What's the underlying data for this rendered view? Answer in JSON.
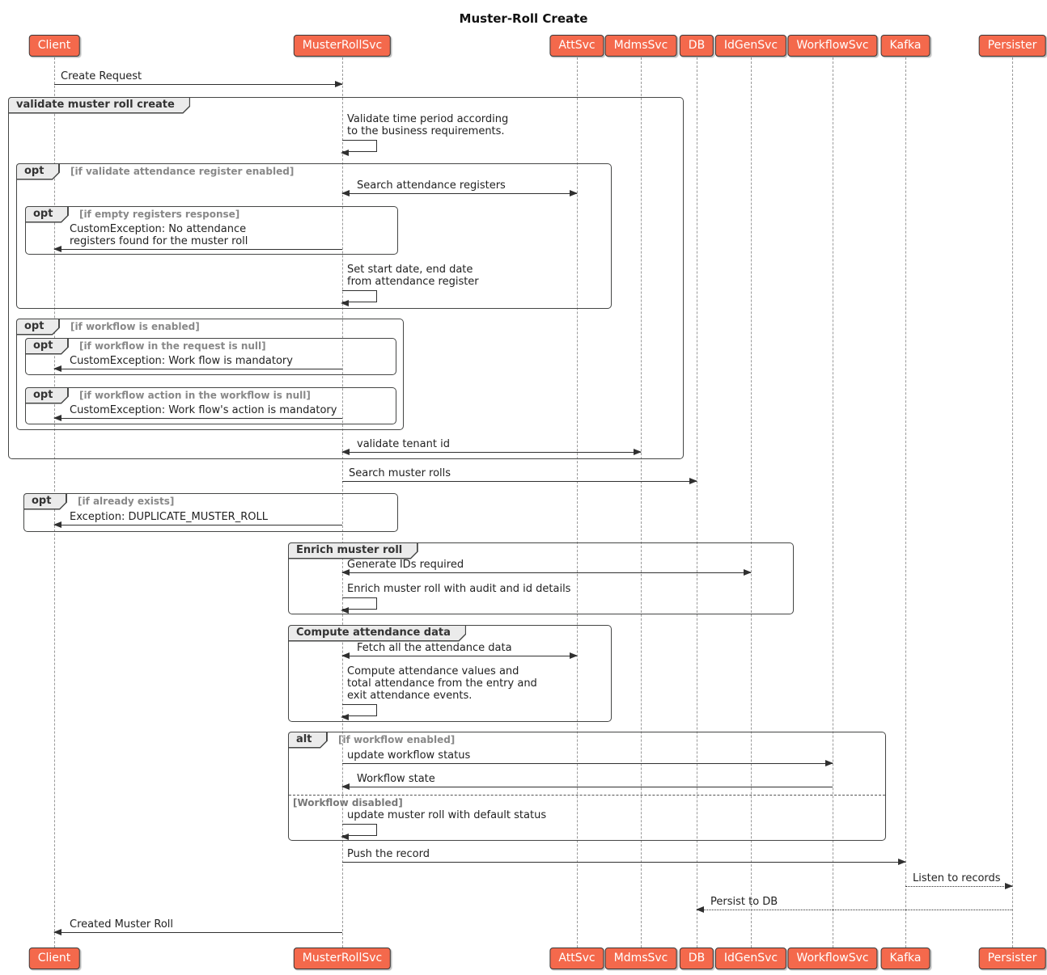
{
  "title": "Muster-Roll Create",
  "colors": {
    "participant_fill": "#F4694C",
    "participant_border": "#383838",
    "frame_border": "#454645",
    "frame_label_bg": "#EBEBEB",
    "guard_text": "#888888",
    "arrow": "#303030",
    "lifeline": "#999999"
  },
  "participants": [
    {
      "name": "Client"
    },
    {
      "name": "MusterRollSvc"
    },
    {
      "name": "AttSvc"
    },
    {
      "name": "MdmsSvc"
    },
    {
      "name": "DB"
    },
    {
      "name": "IdGenSvc"
    },
    {
      "name": "WorkflowSvc"
    },
    {
      "name": "Kafka"
    },
    {
      "name": "Persister"
    }
  ],
  "frames": {
    "validate": {
      "label": "validate muster roll create"
    },
    "opt_attendance": {
      "keyword": "opt",
      "guard": "[if validate attendance register enabled]"
    },
    "opt_empty": {
      "keyword": "opt",
      "guard": "[if empty registers response]"
    },
    "opt_workflow": {
      "keyword": "opt",
      "guard": "[if workflow is enabled]"
    },
    "opt_wf_request": {
      "keyword": "opt",
      "guard": "[if workflow in the request is null]"
    },
    "opt_wf_action": {
      "keyword": "opt",
      "guard": "[if workflow action in the workflow is null]"
    },
    "opt_exists": {
      "keyword": "opt",
      "guard": "[if already exists]"
    },
    "enrich": {
      "label": "Enrich muster roll"
    },
    "compute": {
      "label": "Compute attendance data"
    },
    "alt_workflow": {
      "keyword": "alt",
      "guard": "[if workflow enabled]",
      "else_guard": "[Workflow disabled]"
    }
  },
  "messages": {
    "create_request": "Create Request",
    "validate_time_period": "Validate time period according\nto the business requirements.",
    "search_attendance_registers": "Search attendance registers",
    "no_attendance_registers": "CustomException: No attendance\nregisters found for the muster roll",
    "set_dates": "Set start date, end date\nfrom attendance register",
    "workflow_mandatory": "CustomException: Work flow is mandatory",
    "workflow_action_mandatory": "CustomException: Work flow's action is mandatory",
    "validate_tenant": "validate tenant id",
    "search_muster_rolls": "Search muster rolls",
    "duplicate_muster_roll": "Exception: DUPLICATE_MUSTER_ROLL",
    "generate_ids": "Generate IDs required",
    "enrich_audit": "Enrich muster roll with audit and id details",
    "fetch_attendance": "Fetch all the attendance data",
    "compute_attendance": "Compute attendance values and\ntotal attendance from the entry and\nexit attendance events.",
    "update_workflow_status": "update workflow status",
    "workflow_state": "Workflow state",
    "update_default_status": "update muster roll with default status",
    "push_record": "Push the record",
    "listen_records": "Listen to records",
    "persist_db": "Persist to DB",
    "created_muster_roll": "Created Muster Roll"
  }
}
